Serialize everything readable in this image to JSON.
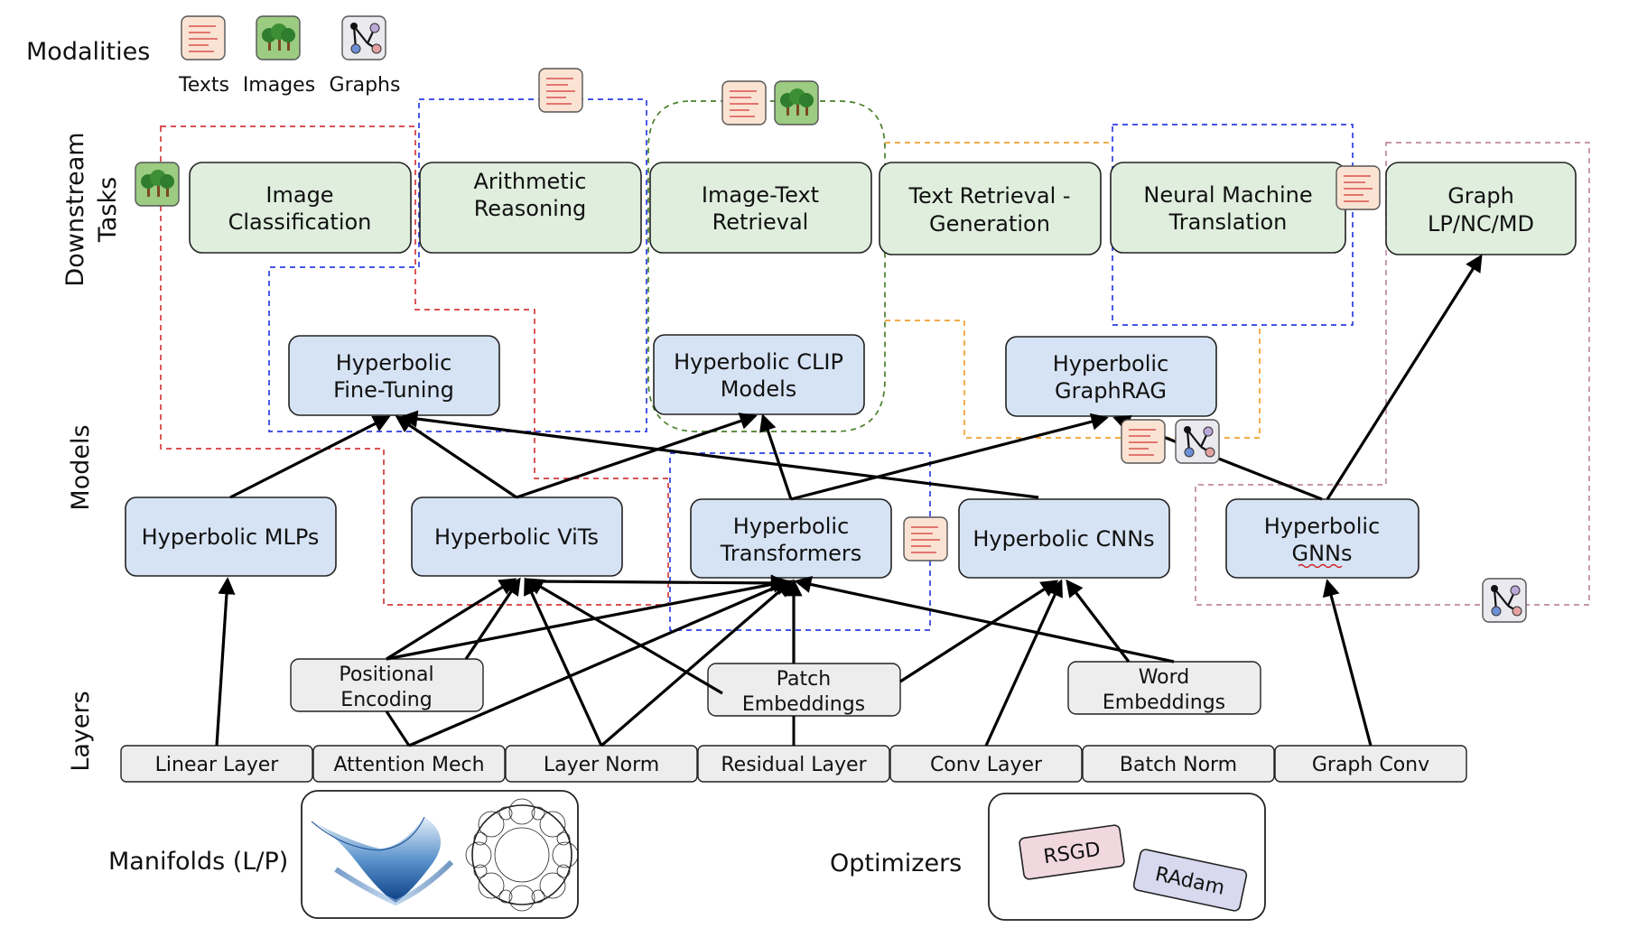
{
  "modalities": {
    "title": "Modalities",
    "items": [
      {
        "label": "Texts",
        "icon": "text-icon"
      },
      {
        "label": "Images",
        "icon": "image-icon"
      },
      {
        "label": "Graphs",
        "icon": "graph-icon"
      }
    ]
  },
  "sections": {
    "downstream": [
      "Downstream",
      "Tasks"
    ],
    "models": "Models",
    "layers": "Layers"
  },
  "tasks": [
    {
      "id": "img-cls",
      "lines": [
        "Image",
        "Classification"
      ]
    },
    {
      "id": "arith",
      "lines": [
        "Arithmetic",
        "Reasoning"
      ]
    },
    {
      "id": "imgtext",
      "lines": [
        "Image-Text",
        "Retrieval"
      ]
    },
    {
      "id": "textret",
      "lines": [
        "Text Retrieval -",
        "Generation"
      ]
    },
    {
      "id": "nmt",
      "lines": [
        "Neural Machine",
        "Translation"
      ]
    },
    {
      "id": "graph",
      "lines": [
        "Graph",
        "LP/NC/MD"
      ]
    }
  ],
  "high_models": [
    {
      "id": "finetune",
      "lines": [
        "Hyperbolic",
        "Fine-Tuning"
      ]
    },
    {
      "id": "clip",
      "lines": [
        "Hyperbolic CLIP",
        "Models"
      ]
    },
    {
      "id": "graphrag",
      "lines": [
        "Hyperbolic",
        "GraphRAG"
      ]
    }
  ],
  "models": [
    {
      "id": "mlp",
      "lines": [
        "Hyperbolic MLPs"
      ]
    },
    {
      "id": "vit",
      "lines": [
        "Hyperbolic ViTs"
      ]
    },
    {
      "id": "trans",
      "lines": [
        "Hyperbolic",
        "Transformers"
      ]
    },
    {
      "id": "cnn",
      "lines": [
        "Hyperbolic CNNs"
      ]
    },
    {
      "id": "gnn",
      "lines": [
        "Hyperbolic",
        "GNNs"
      ]
    }
  ],
  "embeddings": [
    {
      "id": "pos",
      "lines": [
        "Positional",
        "Encoding"
      ]
    },
    {
      "id": "patch",
      "lines": [
        "Patch",
        "Embeddings"
      ]
    },
    {
      "id": "word",
      "lines": [
        "Word",
        "Embeddings"
      ]
    }
  ],
  "layers": [
    "Linear Layer",
    "Attention Mech",
    "Layer Norm",
    "Residual Layer",
    "Conv Layer",
    "Batch Norm",
    "Graph Conv"
  ],
  "manifolds_label": "Manifolds (L/P)",
  "optimizers_label": "Optimizers",
  "optimizers": [
    "RSGD",
    "RAdam"
  ],
  "colors": {
    "task_fill": "#dfeedd",
    "model_fill": "#d6e3f4",
    "layer_fill": "#ededed",
    "red_dash": "#d43a3a",
    "blue_dash": "#2b3fe0",
    "green_dash": "#4a7f2a",
    "orange_dash": "#f0a030",
    "pink_dash": "#c08aa0",
    "optimizer_fill": "#f1d8df"
  }
}
